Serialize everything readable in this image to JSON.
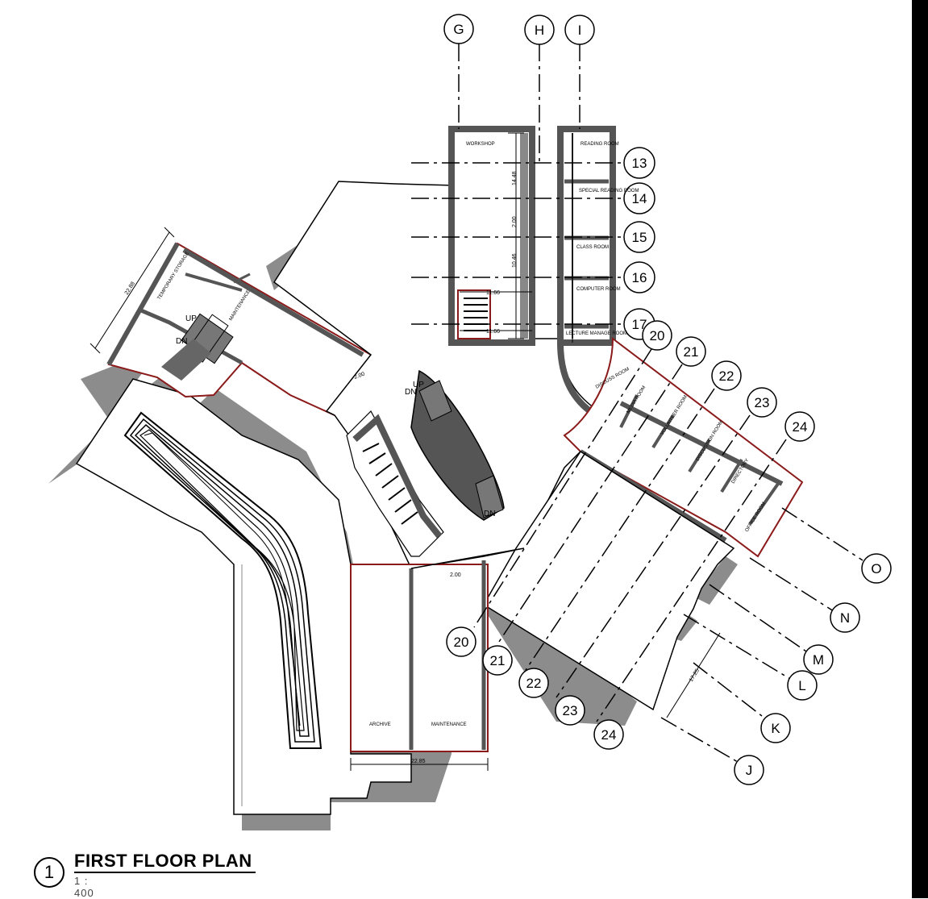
{
  "grid_labels": {
    "g": "G",
    "h": "H",
    "i": "I",
    "n13": "13",
    "n14": "14",
    "n15": "15",
    "n16": "16",
    "n17": "17",
    "n20": "20",
    "n21": "21",
    "n22": "22",
    "n23": "23",
    "n24": "24",
    "o": "O",
    "n": "N",
    "m": "M",
    "l": "L",
    "k": "K",
    "j": "J"
  },
  "rooms": {
    "workshop": "WORKSHOP",
    "reading": "READING ROOM",
    "special_reading": "SPECIAL READING ROOM",
    "class": "CLASS ROOM",
    "computer": "COMPUTER ROOM",
    "lecture": "LECTURE MANAGE ROOM",
    "temporary_storage": "TEMPORARY STORAGE",
    "maintenance_wing": "MAINTENANCE",
    "archive": "ARCHIVE",
    "maintenance": "MAINTENANCE",
    "discuss": "DISCUSS ROOM",
    "wing1": "MEDIA ROOM",
    "wing2": "VOLUNTEER ROOM",
    "wing3": "DISCUSSION ROOM",
    "wing4": "DIRECTORY",
    "wing5": "OFFICE ROOM"
  },
  "stairs": {
    "up1": "UP",
    "dn1": "DN",
    "up2": "UP",
    "dn2": "DN",
    "dn3": "DN"
  },
  "dimensions": {
    "d2288": "22.88",
    "d2285": "22.85",
    "d1448": "14.48",
    "d1046": "10.46",
    "d200": "2.00",
    "d1166a": "11.66",
    "d1166b": "11.66",
    "d200b": "2.00",
    "d200c": "2.00",
    "d1725": "17.25"
  },
  "title": {
    "number": "1",
    "text": "FIRST FLOOR PLAN",
    "scale": "1 : 400"
  }
}
